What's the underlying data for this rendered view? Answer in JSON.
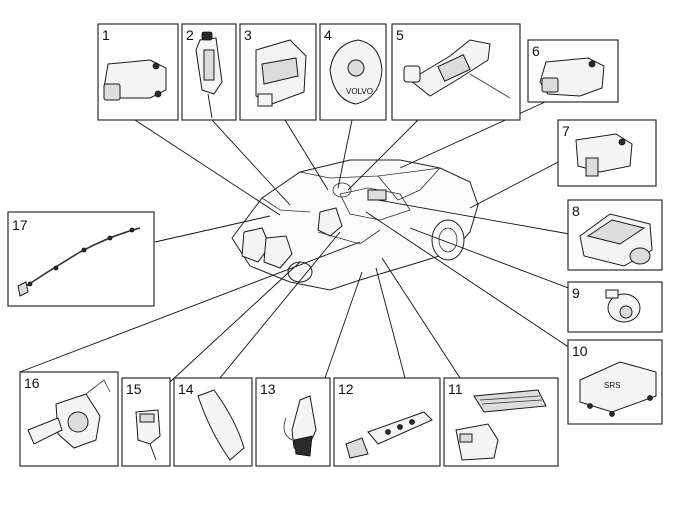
{
  "callouts": [
    {
      "id": "callout-1",
      "label": "1"
    },
    {
      "id": "callout-2",
      "label": "2"
    },
    {
      "id": "callout-3",
      "label": "3"
    },
    {
      "id": "callout-4",
      "label": "4"
    },
    {
      "id": "callout-5",
      "label": "5"
    },
    {
      "id": "callout-6",
      "label": "6"
    },
    {
      "id": "callout-7",
      "label": "7"
    },
    {
      "id": "callout-8",
      "label": "8"
    },
    {
      "id": "callout-9",
      "label": "9"
    },
    {
      "id": "callout-10",
      "label": "10"
    },
    {
      "id": "callout-11",
      "label": "11"
    },
    {
      "id": "callout-12",
      "label": "12"
    },
    {
      "id": "callout-13",
      "label": "13"
    },
    {
      "id": "callout-14",
      "label": "14"
    },
    {
      "id": "callout-15",
      "label": "15"
    },
    {
      "id": "callout-16",
      "label": "16"
    },
    {
      "id": "callout-17",
      "label": "17"
    }
  ],
  "module_label": "SRS"
}
